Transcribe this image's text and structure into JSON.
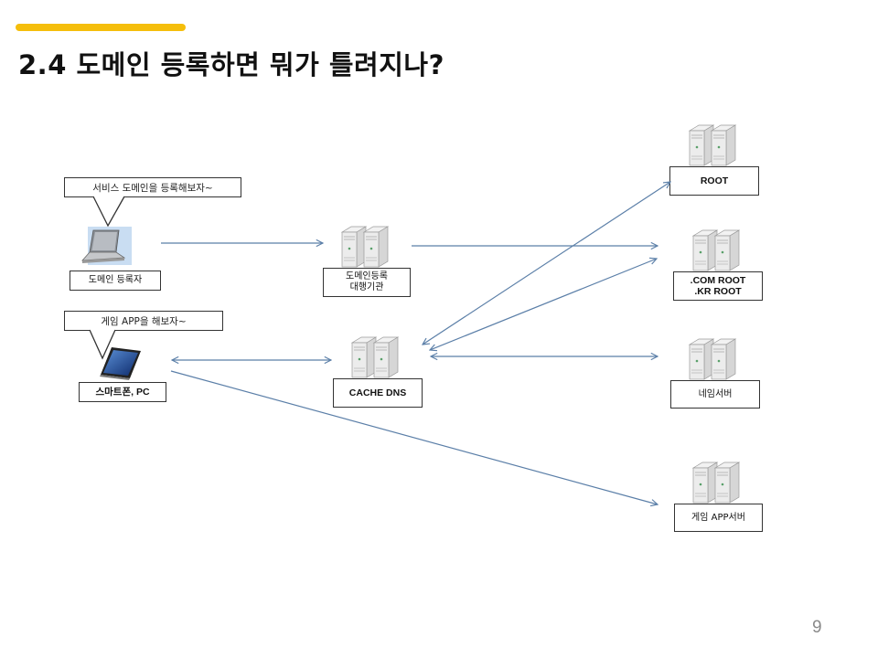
{
  "slide": {
    "title": "2.4 도메인 등록하면 뭐가 틀려지나?",
    "page_number": "9",
    "accent_color": "#F5BE0B",
    "arrow_color": "#5B7FA8"
  },
  "callouts": {
    "registrant_speech": "서비스 도메인을 등록해보자~",
    "user_speech": "게임 APP을 해보자~"
  },
  "nodes": {
    "registrant": {
      "label": "도메인 등록자",
      "icon": "laptop-icon"
    },
    "user_device": {
      "label": "스마트폰, PC",
      "icon": "smartphone-icon"
    },
    "registrar": {
      "label": "도메인등록\n대행기관",
      "icon": "server-icon"
    },
    "cache_dns": {
      "label": "CACHE DNS",
      "icon": "server-icon"
    },
    "root": {
      "label": "ROOT",
      "icon": "server-icon"
    },
    "tld_root": {
      "label": ".COM ROOT\n.KR ROOT",
      "icon": "server-icon"
    },
    "name_server": {
      "label": "네임서버",
      "icon": "server-icon"
    },
    "game_server": {
      "label": "게임 APP서버",
      "icon": "server-icon"
    }
  },
  "connections": [
    {
      "from": "registrant",
      "to": "registrar",
      "direction": "one-way"
    },
    {
      "from": "registrar",
      "to": "tld_root",
      "direction": "one-way"
    },
    {
      "from": "user_device",
      "to": "cache_dns",
      "direction": "two-way"
    },
    {
      "from": "cache_dns",
      "to": "root",
      "direction": "two-way"
    },
    {
      "from": "cache_dns",
      "to": "tld_root",
      "direction": "two-way"
    },
    {
      "from": "cache_dns",
      "to": "name_server",
      "direction": "two-way"
    },
    {
      "from": "user_device",
      "to": "game_server",
      "direction": "one-way"
    }
  ]
}
